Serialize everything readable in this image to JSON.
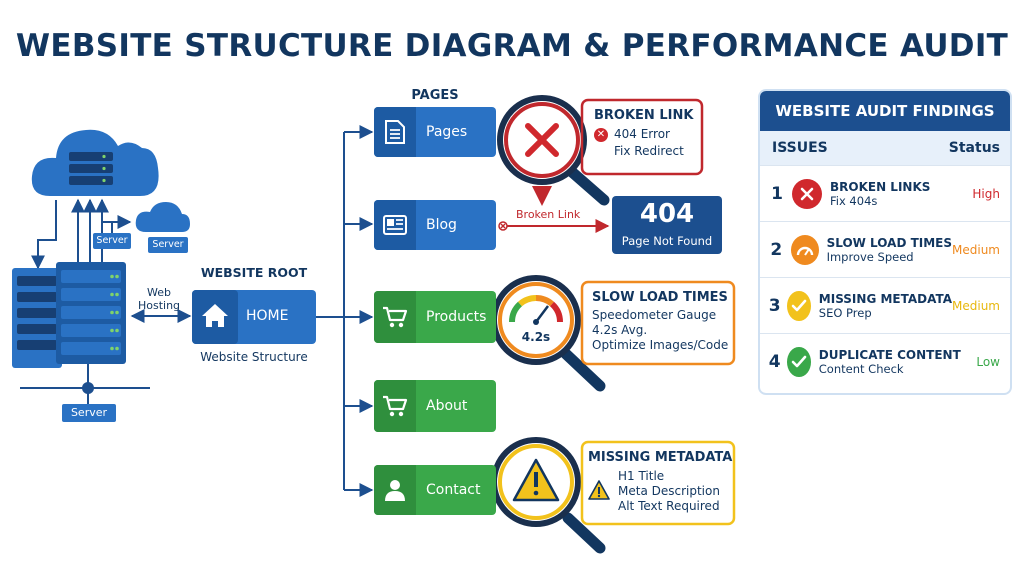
{
  "title": "WEBSITE STRUCTURE DIAGRAM & PERFORMANCE AUDIT",
  "infrastructure": {
    "server_label_1": "Server",
    "server_label_2": "Server",
    "server_label_bottom": "Server",
    "web_hosting_line1": "Web",
    "web_hosting_line2": "Hosting"
  },
  "root": {
    "heading": "WEBSITE ROOT",
    "home_label": "HOME",
    "caption": "Website Structure"
  },
  "pages": {
    "heading": "PAGES",
    "items": [
      {
        "label": "Pages",
        "icon": "document-icon",
        "color": "#2a72c4"
      },
      {
        "label": "Blog",
        "icon": "newspaper-icon",
        "color": "#2a72c4"
      },
      {
        "label": "Products",
        "icon": "cart-icon",
        "color": "#3aa84a"
      },
      {
        "label": "About",
        "icon": "cart-icon",
        "color": "#3aa84a"
      },
      {
        "label": "Contact",
        "icon": "user-icon",
        "color": "#3aa84a"
      }
    ]
  },
  "callouts": {
    "broken_link": {
      "title": "BROKEN LINK",
      "line1": "404 Error",
      "line2": "Fix Redirect",
      "color": "#c0282d"
    },
    "broken_link_arrow_label": "Broken Link",
    "error_404": {
      "code": "404",
      "text": "Page Not Found",
      "color": "#1c4f8f"
    },
    "slow_load": {
      "title": "SLOW LOAD TIMES",
      "line1": "Speedometer Gauge",
      "line2": "4.2s Avg.",
      "line3": "Optimize Images/Code",
      "gauge_value": "4.2s",
      "color": "#ef8a1f"
    },
    "missing_metadata": {
      "title": "MISSING METADATA",
      "line1": "H1 Title",
      "line2": "Meta Description",
      "line3": "Alt Text Required",
      "color": "#f2c21c"
    }
  },
  "audit": {
    "title": "WEBSITE AUDIT FINDINGS",
    "col_issues": "ISSUES",
    "col_status": "Status",
    "rows": [
      {
        "num": "1",
        "title": "BROKEN LINKS",
        "sub": "Fix 404s",
        "status": "High",
        "status_color": "#d0282d",
        "icon": "x-icon",
        "icon_color": "#d0282d"
      },
      {
        "num": "2",
        "title": "SLOW LOAD TIMES",
        "sub": "Improve Speed",
        "status": "Medium",
        "status_color": "#ef8a1f",
        "icon": "gauge-icon",
        "icon_color": "#ef8a1f"
      },
      {
        "num": "3",
        "title": "MISSING METADATA",
        "sub": "SEO Prep",
        "status": "Medium",
        "status_color": "#e8b80f",
        "icon": "check-icon",
        "icon_color": "#f2c21c"
      },
      {
        "num": "4",
        "title": "DUPLICATE CONTENT",
        "sub": "Content Check",
        "status": "Low",
        "status_color": "#3aa84a",
        "icon": "check-icon",
        "icon_color": "#3aa84a"
      }
    ]
  }
}
